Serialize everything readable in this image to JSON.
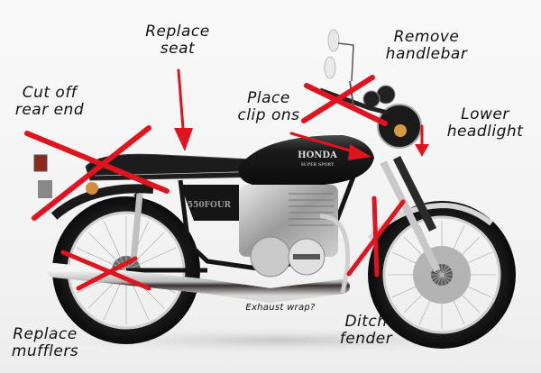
{
  "image": {
    "subject": "Honda motorcycle with cafe-racer modification annotations",
    "tank_brand": "HONDA",
    "tank_sub": "SUPER SPORT",
    "side_cover": "550FOUR",
    "annotation_color": "#e0141e"
  },
  "annotations": [
    {
      "id": "replace-seat",
      "text": "Replace\nseat"
    },
    {
      "id": "remove-handlebar",
      "text": "Remove\nhandlebar"
    },
    {
      "id": "cut-off-rear-end",
      "text": "Cut off\nrear end"
    },
    {
      "id": "place-clip-ons",
      "text": "Place\nclip ons"
    },
    {
      "id": "lower-headlight",
      "text": "Lower\nheadlight"
    },
    {
      "id": "exhaust-wrap",
      "text": "Exhaust wrap?"
    },
    {
      "id": "ditch-fender",
      "text": "Ditch\nfender"
    },
    {
      "id": "replace-mufflers",
      "text": "Replace\nmufflers"
    }
  ]
}
